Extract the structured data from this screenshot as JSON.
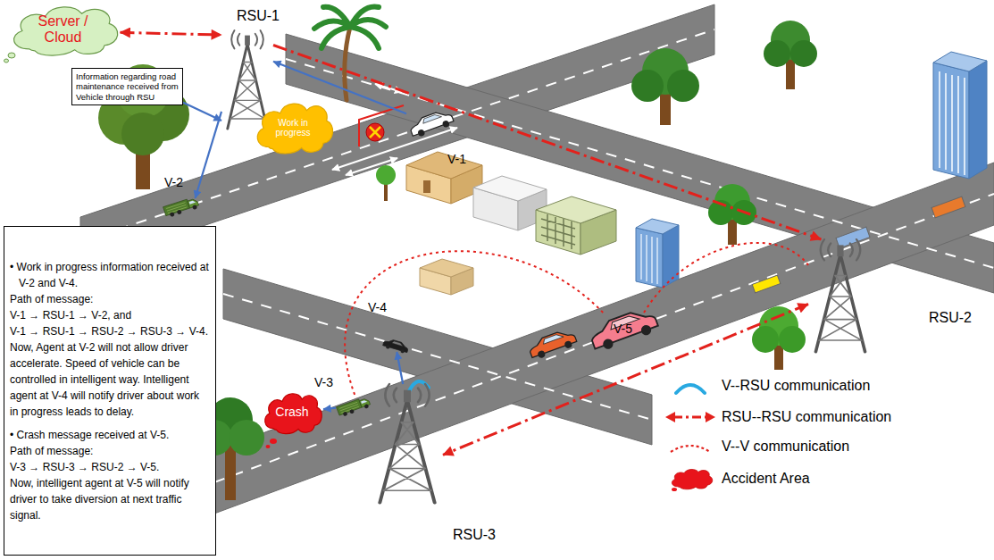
{
  "diagram": {
    "nodes": [
      {
        "text": [
          "Server / Cloud"
        ]
      },
      {
        "text": [
          "Information regarding road maintenance received from Vehicle through RSU"
        ]
      },
      {
        "text": [
          "RSU-1"
        ]
      },
      {
        "text": [
          "Work in progress"
        ]
      },
      {
        "text": [
          "V-1"
        ]
      },
      {
        "text": [
          "V-2"
        ]
      },
      {
        "text": [
          "V-5"
        ]
      },
      {
        "text": [
          "RSU-2"
        ]
      },
      {
        "text": [
          "V-4"
        ]
      },
      {
        "text": [
          "V-3"
        ]
      },
      {
        "text": [
          "Crash"
        ]
      },
      {
        "text": [
          "RSU-3"
        ]
      },
      {
        "text": [
          "• Work in progress information received at V-2 and V-4.",
          "Path of message:",
          "V-1 → RSU-1 → V-2, and",
          "V-1 → RSU-1 → RSU-2 → RSU-3 → V-4.",
          "Now, Agent at V-2 will not allow driver accelerate. Speed of vehicle can be controlled in intelligent way. Intelligent agent at V-4 will notify driver about work in progress leads to delay.",
          "• Crash message received at V-5.",
          "Path of message:",
          "V-3 → RSU-3 → RSU-2 → V-5.",
          "Now, intelligent agent at V-5 will notify driver to take diversion at next traffic signal."
        ]
      }
    ],
    "edges": [
      {
        "from": 0,
        "to": 2,
        "arrow": "both"
      },
      {
        "from": 1,
        "to": 2,
        "arrow": "to"
      },
      {
        "from": 4,
        "to": 2,
        "arrow": "to"
      },
      {
        "from": 2,
        "to": 5,
        "arrow": "to"
      },
      {
        "from": 2,
        "to": 7,
        "arrow": "to"
      },
      {
        "from": 7,
        "to": 11,
        "arrow": "both"
      },
      {
        "from": 11,
        "to": 8,
        "arrow": "to"
      },
      {
        "from": 9,
        "to": 10,
        "arrow": "to"
      },
      {
        "from": 6,
        "to": 9,
        "arrow": "none"
      },
      {
        "from": 6,
        "to": 7,
        "arrow": "none"
      }
    ],
    "legend": [
      {
        "text": "V--RSU communication"
      },
      {
        "text": "RSU--RSU communication"
      },
      {
        "text": "V--V communication"
      },
      {
        "text": "Accident Area"
      }
    ]
  }
}
